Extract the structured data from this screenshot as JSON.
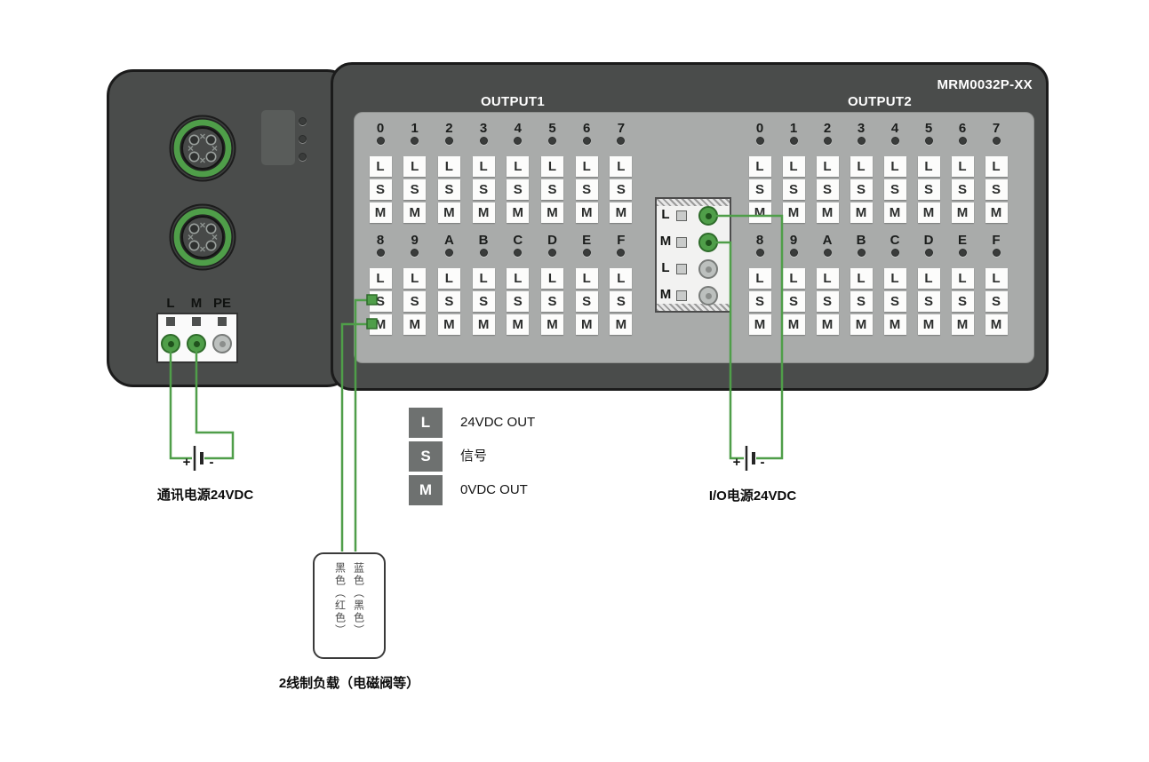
{
  "device": {
    "model": "MRM0032P-XX",
    "output_groups": [
      {
        "label": "OUTPUT1"
      },
      {
        "label": "OUTPUT2"
      }
    ]
  },
  "terminals": {
    "row1_channels": [
      "0",
      "1",
      "2",
      "3",
      "4",
      "5",
      "6",
      "7"
    ],
    "row2_channels": [
      "8",
      "9",
      "A",
      "B",
      "C",
      "D",
      "E",
      "F"
    ],
    "letters": [
      "L",
      "S",
      "M"
    ]
  },
  "power_connector": {
    "labels": [
      "L",
      "M",
      "PE"
    ]
  },
  "io_power_block": {
    "labels": [
      "L",
      "M",
      "L",
      "M"
    ]
  },
  "legend": {
    "items": [
      {
        "key": "L",
        "label": "24VDC OUT"
      },
      {
        "key": "S",
        "label": "信号"
      },
      {
        "key": "M",
        "label": "0VDC OUT"
      }
    ]
  },
  "annotations": {
    "comm_power_label": "通讯电源24VDC",
    "io_power_label": "I/O电源24VDC",
    "load_label": "2线制负载（电磁阀等）",
    "wire_color_left": "黑色（红色）",
    "wire_color_right": "蓝色（黑色）",
    "plus_sign": "+",
    "minus_sign": "-"
  },
  "colors": {
    "wire_green": "#4f9e49",
    "device_gray": "#4a4c4b",
    "panel_gray": "#a9abaa"
  }
}
